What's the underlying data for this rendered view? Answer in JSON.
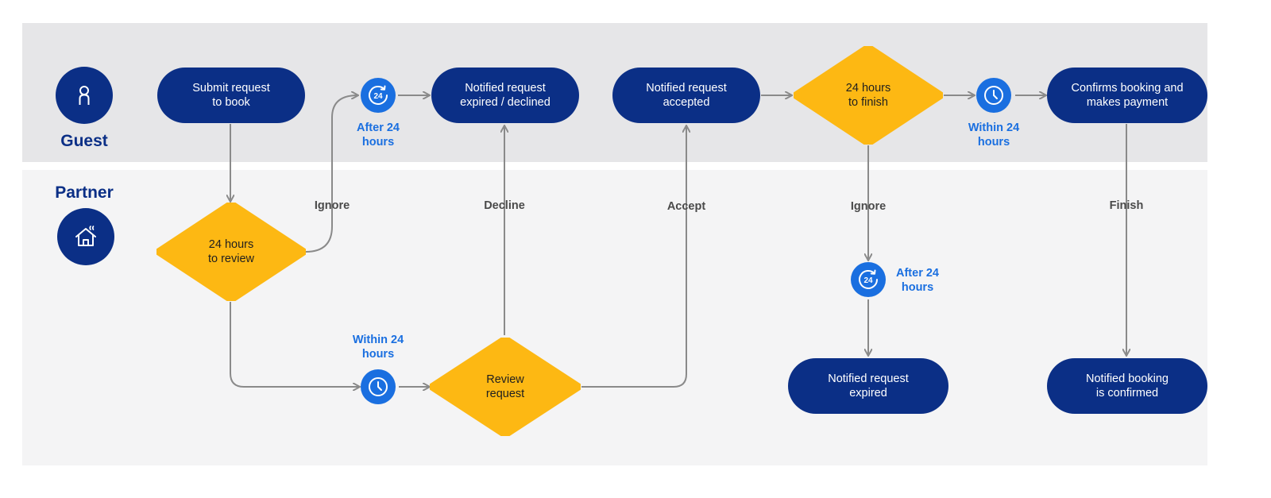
{
  "lanes": {
    "guest": {
      "title": "Guest",
      "icon": "person-icon"
    },
    "partner": {
      "title": "Partner",
      "icon": "house-icon"
    }
  },
  "nodes": {
    "submit_request": "Submit request\nto book",
    "review_window": "24 hours\nto review",
    "review_request": "Review\nrequest",
    "notified_expired_declined": "Notified request\nexpired / declined",
    "notified_accepted": "Notified request\naccepted",
    "finish_window": "24 hours\nto finish",
    "confirms_booking": "Confirms booking and\nmakes payment",
    "notified_expired": "Notified request\nexpired",
    "booking_confirmed": "Notified booking\nis confirmed"
  },
  "timers": {
    "after_24_guest": {
      "label": "After 24\nhours",
      "icon": "24-hour-icon"
    },
    "within_24_partner": {
      "label": "Within 24\nhours",
      "icon": "clock-icon"
    },
    "within_24_guest": {
      "label": "Within 24\nhours",
      "icon": "clock-icon"
    },
    "after_24_partner": {
      "label": "After 24\nhours",
      "icon": "24-hour-icon"
    }
  },
  "edges": {
    "ignore_1": "Ignore",
    "decline": "Decline",
    "accept": "Accept",
    "ignore_2": "Ignore",
    "finish": "Finish"
  },
  "colors": {
    "navy": "#0b2f86",
    "yellow": "#fdb813",
    "blue": "#1a6fe0",
    "connector": "#8a8a8a"
  }
}
